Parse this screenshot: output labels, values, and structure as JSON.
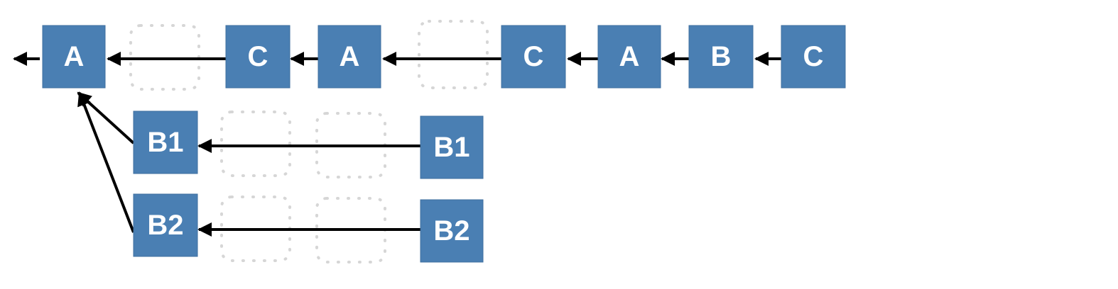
{
  "diagram": {
    "nodes": [
      {
        "id": "n-a1",
        "label": "A"
      },
      {
        "id": "n-c1",
        "label": "C"
      },
      {
        "id": "n-a2",
        "label": "A"
      },
      {
        "id": "n-c2",
        "label": "C"
      },
      {
        "id": "n-a3",
        "label": "A"
      },
      {
        "id": "n-b",
        "label": "B"
      },
      {
        "id": "n-c3",
        "label": "C"
      },
      {
        "id": "n-b1-left",
        "label": "B1"
      },
      {
        "id": "n-b1-right",
        "label": "B1"
      },
      {
        "id": "n-b2-left",
        "label": "B2"
      },
      {
        "id": "n-b2-right",
        "label": "B2"
      }
    ],
    "edges": [
      {
        "from": "n-a1",
        "to": "exit"
      },
      {
        "from": "n-c1",
        "to": "n-a1"
      },
      {
        "from": "n-a2",
        "to": "n-c1"
      },
      {
        "from": "n-c2",
        "to": "n-a2"
      },
      {
        "from": "n-a3",
        "to": "n-c2"
      },
      {
        "from": "n-b",
        "to": "n-a3"
      },
      {
        "from": "n-c3",
        "to": "n-b"
      },
      {
        "from": "n-b1-left",
        "to": "n-a1"
      },
      {
        "from": "n-b2-left",
        "to": "n-a1"
      },
      {
        "from": "n-b1-right",
        "to": "n-b1-left"
      },
      {
        "from": "n-b2-right",
        "to": "n-b2-left"
      }
    ],
    "colors": {
      "node_fill": "#4a7fb3",
      "node_text": "#ffffff",
      "edge": "#000000",
      "ghost_outline": "#d6d6d6"
    }
  }
}
